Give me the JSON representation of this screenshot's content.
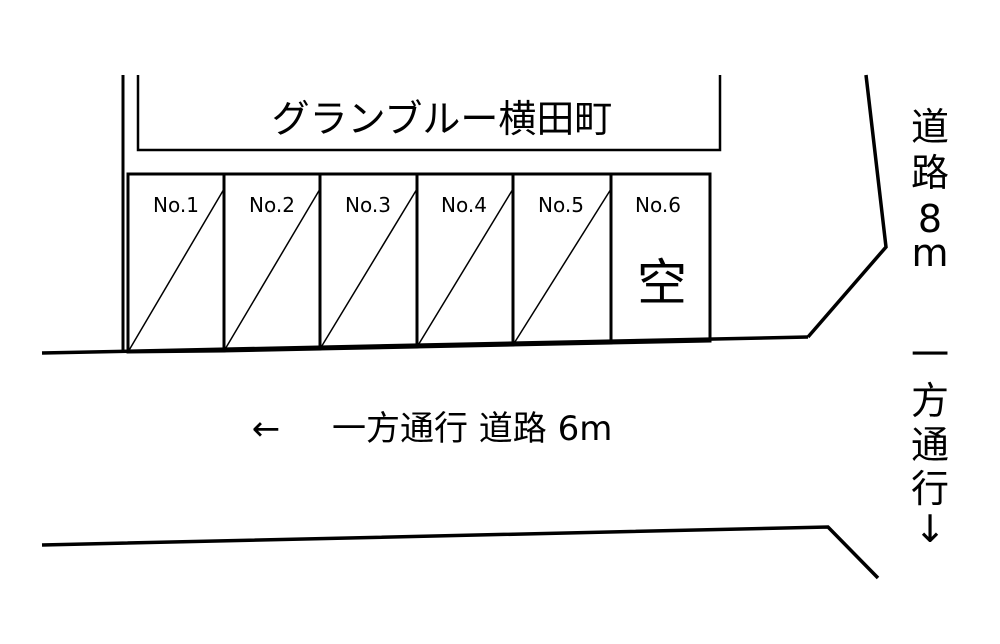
{
  "building": {
    "name": "グランブルー横田町"
  },
  "parking": {
    "spaces": [
      {
        "label": "No.1",
        "occupied": true
      },
      {
        "label": "No.2",
        "occupied": true
      },
      {
        "label": "No.3",
        "occupied": true
      },
      {
        "label": "No.4",
        "occupied": true
      },
      {
        "label": "No.5",
        "occupied": true
      },
      {
        "label": "No.6",
        "occupied": false,
        "status": "空"
      }
    ]
  },
  "roads": {
    "main": {
      "arrow": "←",
      "label": "一方通行 道路 6m"
    },
    "side": {
      "chars": [
        "道",
        "路",
        "8",
        "m"
      ],
      "oneway_chars": [
        "一",
        "方",
        "通",
        "行"
      ],
      "arrow": "↓"
    }
  },
  "colors": {
    "line": "#000000",
    "background": "#ffffff"
  }
}
